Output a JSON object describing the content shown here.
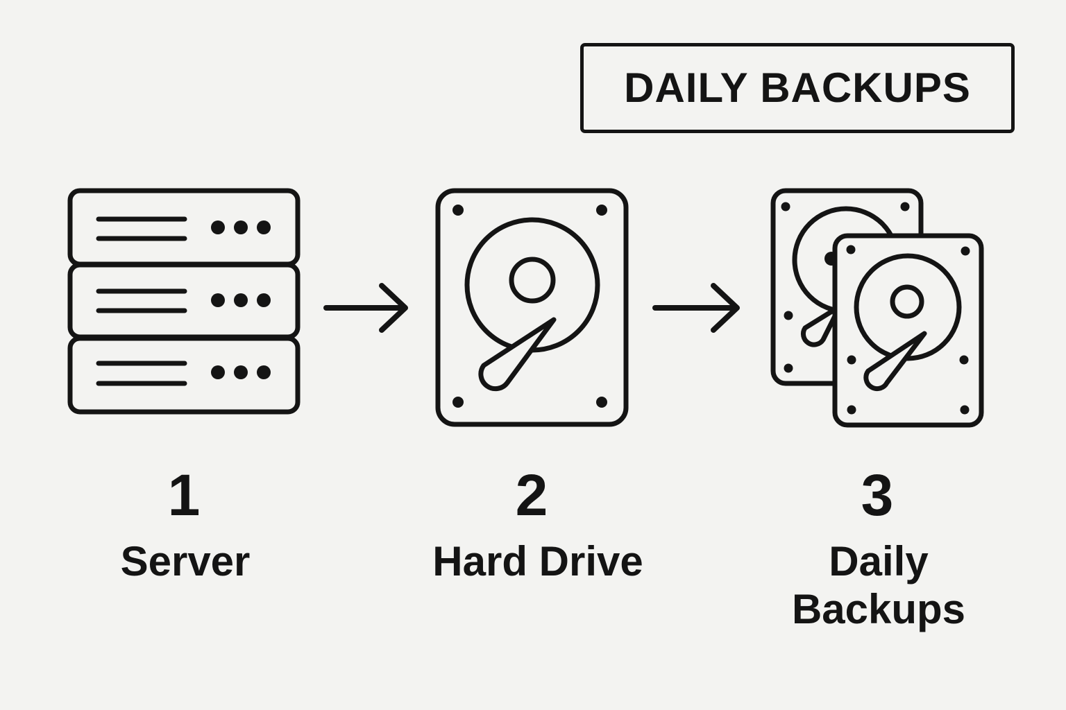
{
  "title": "DAILY BACKUPS",
  "steps": [
    {
      "number": "1",
      "label": "Server",
      "icon": "server-icon"
    },
    {
      "number": "2",
      "label": "Hard Drive",
      "icon": "hard-drive-icon"
    },
    {
      "number": "3",
      "label_line1": "Daily",
      "label_line2": "Backups",
      "icon": "stacked-hard-drives-icon"
    }
  ],
  "arrows": [
    "arrow-right-icon",
    "arrow-right-icon"
  ],
  "colors": {
    "background": "#f3f3f1",
    "ink": "#141414"
  }
}
